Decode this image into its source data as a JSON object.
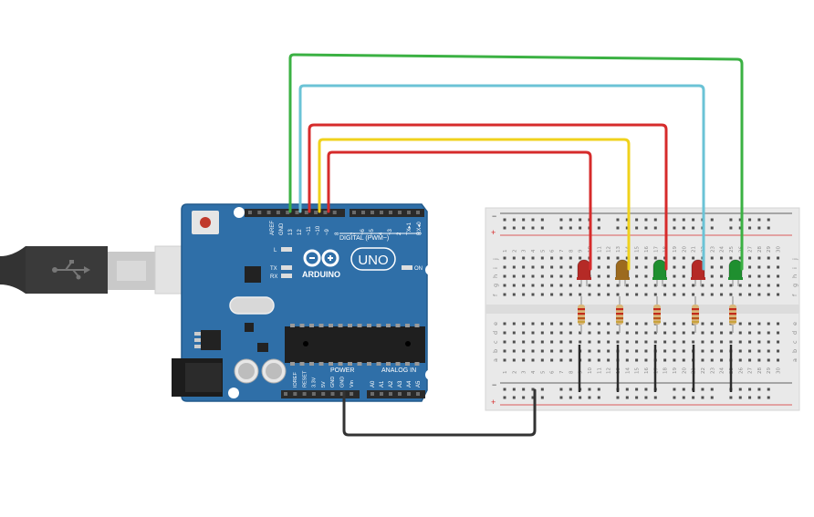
{
  "arduino": {
    "brand": "ARDUINO",
    "model": "UNO",
    "digital_header_label": "DIGITAL (PWM~)",
    "top_pin_labels": [
      "AREF",
      "GND",
      "13",
      "12",
      "~11",
      "~10",
      "~9",
      "8",
      "7",
      "~6",
      "~5",
      "4",
      "~3",
      "2",
      "TX▸1",
      "RX◂0"
    ],
    "power_label": "POWER",
    "analog_label": "ANALOG IN",
    "power_pin_labels": [
      "IOREF",
      "RESET",
      "3.3V",
      "5V",
      "GND",
      "GND",
      "Vin"
    ],
    "analog_pin_labels": [
      "A0",
      "A1",
      "A2",
      "A3",
      "A4",
      "A5"
    ],
    "led_labels": {
      "l": "L",
      "tx": "TX",
      "rx": "RX",
      "on": "ON"
    }
  },
  "breadboard": {
    "rail_signs": {
      "minus": "−",
      "plus": "+"
    },
    "upper_row_letters": [
      "j",
      "i",
      "h",
      "g",
      "f"
    ],
    "lower_row_letters": [
      "e",
      "d",
      "c",
      "b",
      "a"
    ],
    "column_numbers": [
      "1",
      "3",
      "5",
      "7",
      "9",
      "11",
      "13",
      "15",
      "17",
      "19",
      "21",
      "23",
      "25",
      "27",
      "29"
    ],
    "column_numbers_even": [
      "2",
      "4",
      "6",
      "8",
      "10",
      "12",
      "14",
      "16",
      "18",
      "20",
      "22",
      "24",
      "26",
      "28",
      "30"
    ]
  },
  "components": {
    "leds": [
      {
        "color_name": "red",
        "color": "#b52a26"
      },
      {
        "color_name": "orange",
        "color": "#9c6a1e"
      },
      {
        "color_name": "green",
        "color": "#1f8f2f"
      },
      {
        "color_name": "red",
        "color": "#b52a26"
      },
      {
        "color_name": "green",
        "color": "#1f8f2f"
      }
    ],
    "resistor_count": 5
  },
  "wires": [
    {
      "from": "13",
      "to": "led-5",
      "color": "#3bb143"
    },
    {
      "from": "12",
      "to": "led-4",
      "color": "#6bc3d6"
    },
    {
      "from": "~11",
      "to": "led-3",
      "color": "#d62b2b"
    },
    {
      "from": "~10",
      "to": "led-2",
      "color": "#f0d21c"
    },
    {
      "from": "~9",
      "to": "led-1",
      "color": "#d62b2b"
    },
    {
      "from": "GND",
      "to": "breadboard-ground-rail",
      "color": "#333333"
    }
  ],
  "colors": {
    "board_blue": "#2f6fa8",
    "board_edge": "#225a8c",
    "header": "#2a2a2a",
    "breadboard": "#e9e9e9"
  }
}
